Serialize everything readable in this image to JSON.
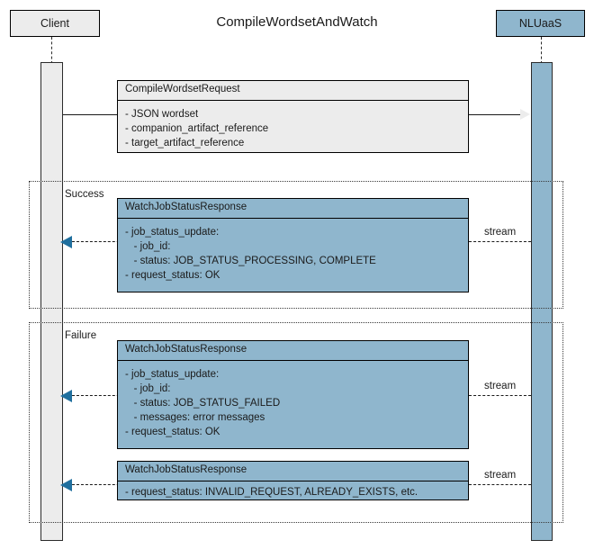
{
  "diagram": {
    "title": "CompileWordsetAndWatch",
    "type": "uml-sequence-diagram"
  },
  "participants": [
    {
      "id": "client",
      "label": "Client",
      "color": "#ececec"
    },
    {
      "id": "server",
      "label": "NLUaaS",
      "color": "#8fb6cd"
    }
  ],
  "messages": [
    {
      "id": "request",
      "direction": "client-to-server",
      "arrow": "solid-open-arrowhead",
      "box": {
        "style": "gray",
        "title": "CompileWordsetRequest",
        "lines": [
          "- JSON wordset",
          "- companion_artifact_reference",
          "- target_artifact_reference"
        ]
      }
    },
    {
      "id": "success-response",
      "direction": "server-to-client",
      "arrow": "dashed-filled-arrowhead",
      "stream_label": "stream",
      "box": {
        "style": "blue",
        "title": "WatchJobStatusResponse",
        "lines": [
          "- job_status_update:",
          "   - job_id:",
          "   - status: JOB_STATUS_PROCESSING, COMPLETE",
          "- request_status: OK"
        ]
      }
    },
    {
      "id": "failure-response",
      "direction": "server-to-client",
      "arrow": "dashed-filled-arrowhead",
      "stream_label": "stream",
      "box": {
        "style": "blue",
        "title": "WatchJobStatusResponse",
        "lines": [
          "- job_status_update:",
          "   - job_id:",
          "   - status: JOB_STATUS_FAILED",
          "   - messages: error messages",
          "- request_status: OK"
        ]
      }
    },
    {
      "id": "invalid-request-response",
      "direction": "server-to-client",
      "arrow": "dashed-filled-arrowhead",
      "stream_label": "stream",
      "box": {
        "style": "blue",
        "title": "WatchJobStatusResponse",
        "lines": [
          "- request_status: INVALID_REQUEST, ALREADY_EXISTS, etc."
        ]
      }
    }
  ],
  "fragments": [
    {
      "id": "success",
      "label": "Success"
    },
    {
      "id": "failure",
      "label": "Failure"
    }
  ],
  "colors": {
    "server_blue": "#8fb6cd",
    "client_gray": "#ececec",
    "arrowhead_blue": "#1f6f9e",
    "line_black": "#1a1a1a",
    "background": "#ffffff"
  }
}
